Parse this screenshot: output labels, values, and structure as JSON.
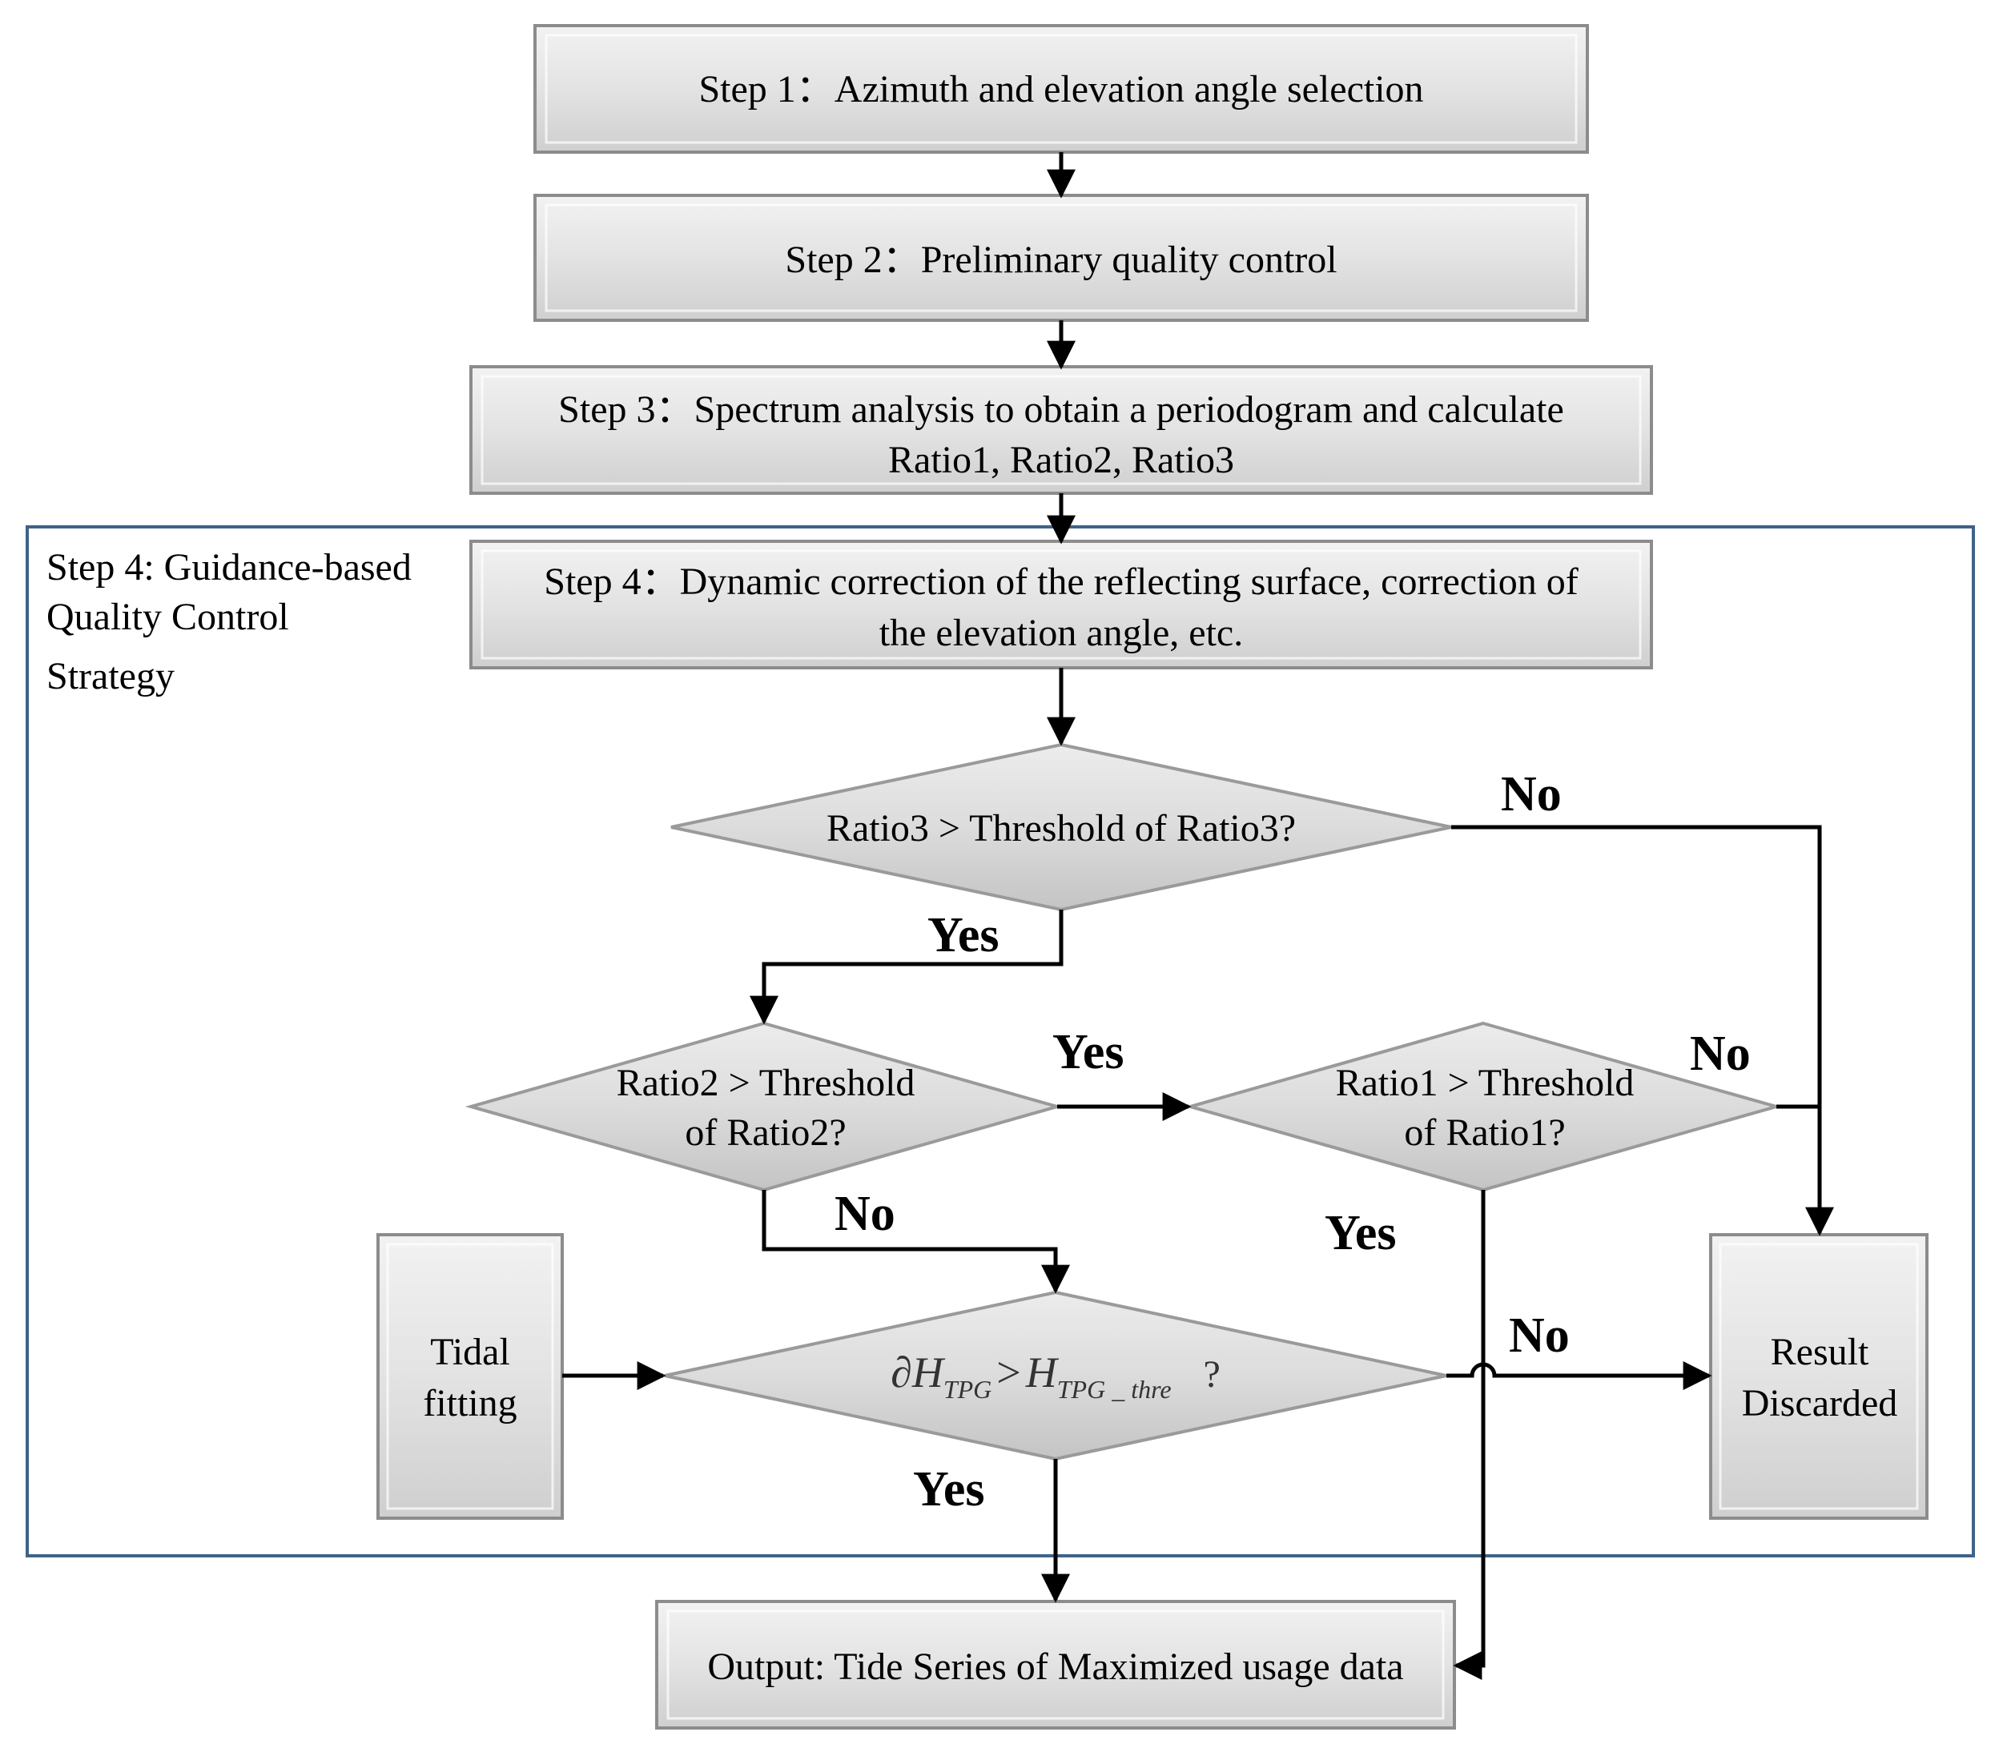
{
  "steps": {
    "step1": "Step 1：Azimuth and elevation angle selection",
    "step2": "Step 2：Preliminary quality control",
    "step3_line1": "Step 3：Spectrum analysis to obtain a periodogram and calculate",
    "step3_line2": "Ratio1, Ratio2, Ratio3",
    "step4_line1": "Step 4：Dynamic correction of the reflecting surface, correction of",
    "step4_line2": "the elevation angle, etc."
  },
  "strategy": {
    "line1": "Step 4: Guidance-based",
    "line2": "Quality Control",
    "line3": "Strategy"
  },
  "decisions": {
    "ratio3": "Ratio3 > Threshold of Ratio3?",
    "ratio2_line1": "Ratio2 > Threshold",
    "ratio2_line2": "of Ratio2?",
    "ratio1_line1": "Ratio1 > Threshold",
    "ratio1_line2": "of Ratio1?",
    "tpg": {
      "partial": "∂",
      "h1": "H",
      "sub1": "TPG",
      "gt": ">",
      "h2": "H",
      "sub2": "TPG _ thre",
      "question": "?"
    }
  },
  "tidal": {
    "line1": "Tidal",
    "line2": "fitting"
  },
  "result": {
    "line1": "Result",
    "line2": "Discarded"
  },
  "output": "Output: Tide Series of Maximized usage data",
  "branches": {
    "no": "No",
    "yes": "Yes"
  }
}
